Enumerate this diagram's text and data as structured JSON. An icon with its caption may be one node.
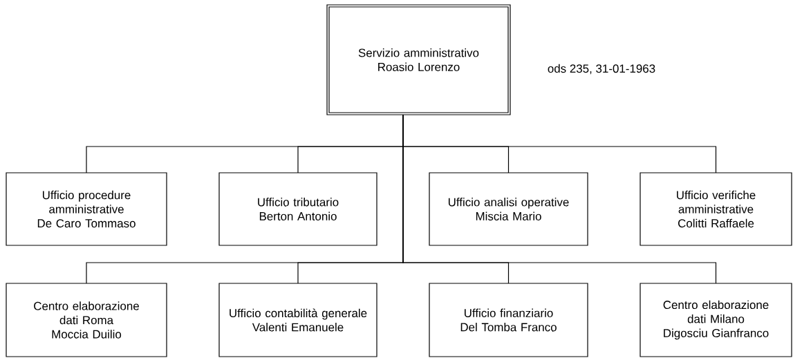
{
  "diagram": {
    "nodes": [
      {
        "text": [
          "Servizio amministrativo",
          "Roasio Lorenzo"
        ]
      },
      {
        "text": [
          "Ufficio procedure amministrative",
          "De Caro Tommaso"
        ]
      },
      {
        "text": [
          "Ufficio tributario",
          "Berton Antonio"
        ]
      },
      {
        "text": [
          "Ufficio analisi operative",
          "Miscia Mario"
        ]
      },
      {
        "text": [
          "Ufficio verifiche amministrative",
          "Colitti Raffaele"
        ]
      },
      {
        "text": [
          "Centro elaborazione dati Roma",
          "Moccia Duilio"
        ]
      },
      {
        "text": [
          "Ufficio contabilità generale",
          "Valenti Emanuele"
        ]
      },
      {
        "text": [
          "Ufficio finanziario",
          "Del Tomba Franco"
        ]
      },
      {
        "text": [
          "Centro elaborazione dati Milano",
          "Digosciu Gianfranco"
        ]
      }
    ],
    "edges": [
      {
        "from": 0,
        "to": 1,
        "arrow": "none"
      },
      {
        "from": 0,
        "to": 2,
        "arrow": "none"
      },
      {
        "from": 0,
        "to": 3,
        "arrow": "none"
      },
      {
        "from": 0,
        "to": 4,
        "arrow": "none"
      },
      {
        "from": 0,
        "to": 5,
        "arrow": "none"
      },
      {
        "from": 0,
        "to": 6,
        "arrow": "none"
      },
      {
        "from": 0,
        "to": 7,
        "arrow": "none"
      },
      {
        "from": 0,
        "to": 8,
        "arrow": "none"
      }
    ],
    "labels": [
      "ods 235, 31-01-1963"
    ]
  }
}
